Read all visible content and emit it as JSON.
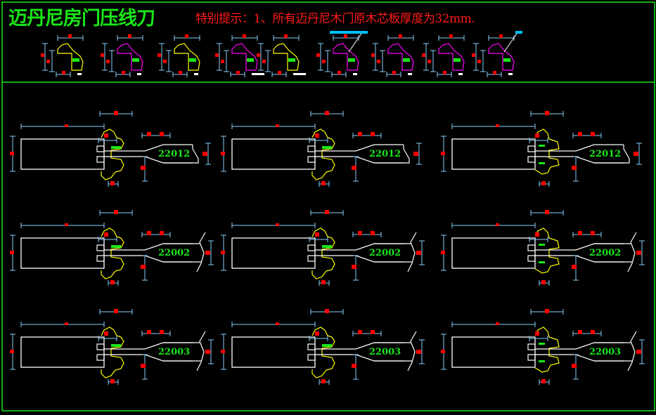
{
  "drawing": {
    "title": "迈丹尼房门压线刀",
    "note": "特别提示：1、所有迈丹尼木门原木芯板厚度为32mm.",
    "colors": {
      "background": "#000000",
      "frame": "#19e619",
      "outline": "#ffffff",
      "profile_yellow": "#ffff00",
      "profile_magenta": "#ff00ff",
      "dimension": "#87cefa",
      "dim_text": "#ff0000",
      "label": "#19e619",
      "highlight_cyan": "#00bfff"
    }
  },
  "thumbnails": [
    {
      "id": 1,
      "profile_color": "yellow"
    },
    {
      "id": 2,
      "profile_color": "magenta"
    },
    {
      "id": 3,
      "profile_color": "yellow"
    },
    {
      "id": 4,
      "profile_color": "magenta"
    },
    {
      "id": 5,
      "profile_color": "yellow"
    },
    {
      "id": 6,
      "profile_color": "magenta",
      "callout": true
    },
    {
      "id": 7,
      "profile_color": "magenta"
    },
    {
      "id": 8,
      "profile_color": "magenta"
    },
    {
      "id": 9,
      "profile_color": "magenta",
      "callout": true
    }
  ],
  "knives": [
    {
      "row": 1,
      "col": 1,
      "code": "22012",
      "style": "A",
      "end": "curve"
    },
    {
      "row": 1,
      "col": 2,
      "code": "22012",
      "style": "A",
      "end": "curve"
    },
    {
      "row": 1,
      "col": 3,
      "code": "22012",
      "style": "B",
      "end": "curve"
    },
    {
      "row": 2,
      "col": 1,
      "code": "22002",
      "style": "A",
      "end": "break"
    },
    {
      "row": 2,
      "col": 2,
      "code": "22002",
      "style": "A",
      "end": "break"
    },
    {
      "row": 2,
      "col": 3,
      "code": "22002",
      "style": "B",
      "end": "break"
    },
    {
      "row": 3,
      "col": 1,
      "code": "22003",
      "style": "A",
      "end": "break"
    },
    {
      "row": 3,
      "col": 2,
      "code": "22003",
      "style": "A",
      "end": "break"
    },
    {
      "row": 3,
      "col": 3,
      "code": "22003",
      "style": "B",
      "end": "break"
    }
  ]
}
